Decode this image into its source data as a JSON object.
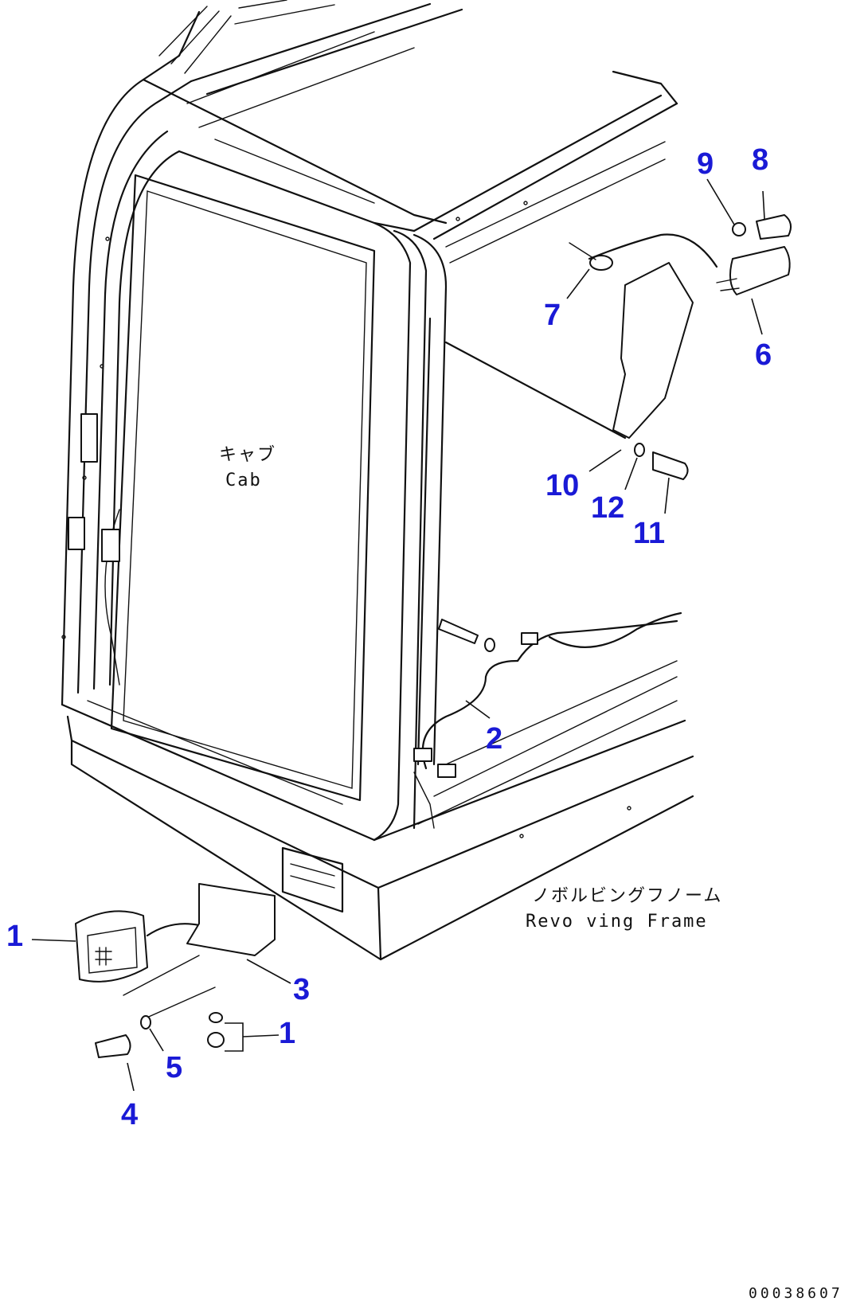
{
  "callouts": [
    {
      "id": "1",
      "label": "1"
    },
    {
      "id": "1b",
      "label": "1"
    },
    {
      "id": "2",
      "label": "2"
    },
    {
      "id": "3",
      "label": "3"
    },
    {
      "id": "4",
      "label": "4"
    },
    {
      "id": "5",
      "label": "5"
    },
    {
      "id": "6",
      "label": "6"
    },
    {
      "id": "7",
      "label": "7"
    },
    {
      "id": "8",
      "label": "8"
    },
    {
      "id": "9",
      "label": "9"
    },
    {
      "id": "10",
      "label": "10"
    },
    {
      "id": "11",
      "label": "11"
    },
    {
      "id": "12",
      "label": "12"
    }
  ],
  "labels": {
    "cab_jp": "キャブ",
    "cab_en": "Cab",
    "frame_jp": "ノボルビングフノーム",
    "frame_en": "Revo ving Frame"
  },
  "document_id": "00038607",
  "colors": {
    "callout": "#1a1ad6",
    "line": "#111111",
    "background": "#ffffff"
  }
}
